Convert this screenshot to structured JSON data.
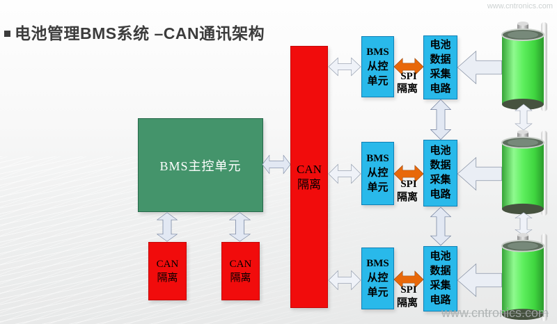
{
  "title": {
    "text": "电池管理BMS系统 –CAN通讯架构"
  },
  "watermark": {
    "top": "www.cntronics.com",
    "bottom": "www.cntronics.com"
  },
  "colors": {
    "master_green": "#44946B",
    "box_cyan": "#29B9EA",
    "box_red": "#F10C0C",
    "arrow_orange": "#E8680A",
    "battery_green": "#55E455",
    "arrow_light_fill": "#E2E8F3"
  },
  "diagram": {
    "master_unit": {
      "label": "BMS主控单元"
    },
    "can_bus": {
      "lines": [
        "CAN",
        "隔离"
      ]
    },
    "can_isolators": [
      {
        "lines": [
          "CAN",
          "隔离"
        ]
      },
      {
        "lines": [
          "CAN",
          "隔离"
        ]
      }
    ],
    "rows": [
      {
        "slave": {
          "lines": [
            "BMS",
            "从控",
            "单元"
          ]
        },
        "spi": {
          "lines": [
            "SPI",
            "隔离"
          ]
        },
        "collector": {
          "lines": [
            "电池",
            "数据",
            "采集",
            "电路"
          ]
        },
        "battery": "battery-cell"
      },
      {
        "slave": {
          "lines": [
            "BMS",
            "从控",
            "单元"
          ]
        },
        "spi": {
          "lines": [
            "SPI",
            "隔离"
          ]
        },
        "collector": {
          "lines": [
            "电池",
            "数据",
            "采集",
            "电路"
          ]
        },
        "battery": "battery-cell"
      },
      {
        "slave": {
          "lines": [
            "BMS",
            "从控",
            "单元"
          ]
        },
        "spi": {
          "lines": [
            "SPI",
            "隔离"
          ]
        },
        "collector": {
          "lines": [
            "电池",
            "数据",
            "采集",
            "电路"
          ]
        },
        "battery": "battery-cell"
      }
    ]
  }
}
